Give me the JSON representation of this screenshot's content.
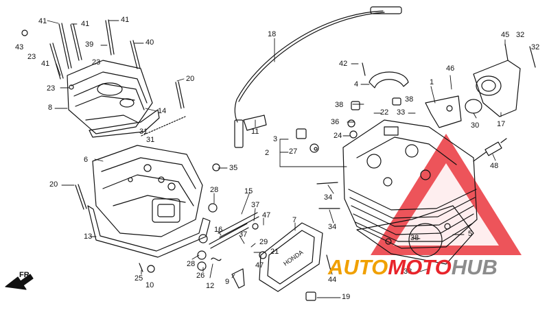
{
  "callouts": [
    {
      "id": "c41a",
      "text": "41"
    },
    {
      "id": "c41b",
      "text": "41"
    },
    {
      "id": "c41c",
      "text": "41"
    },
    {
      "id": "c41d",
      "text": "41"
    },
    {
      "id": "c43",
      "text": "43"
    },
    {
      "id": "c23a",
      "text": "23"
    },
    {
      "id": "c23b",
      "text": "23"
    },
    {
      "id": "c23c",
      "text": "23"
    },
    {
      "id": "c39",
      "text": "39"
    },
    {
      "id": "c40",
      "text": "40"
    },
    {
      "id": "c8",
      "text": "8"
    },
    {
      "id": "c14",
      "text": "14"
    },
    {
      "id": "c20a",
      "text": "20"
    },
    {
      "id": "c20b",
      "text": "20"
    },
    {
      "id": "c31a",
      "text": "31"
    },
    {
      "id": "c31b",
      "text": "31"
    },
    {
      "id": "c6",
      "text": "6"
    },
    {
      "id": "c35",
      "text": "35"
    },
    {
      "id": "c18",
      "text": "18"
    },
    {
      "id": "c11",
      "text": "11"
    },
    {
      "id": "c3",
      "text": "3"
    },
    {
      "id": "c2",
      "text": "2"
    },
    {
      "id": "c27",
      "text": "27"
    },
    {
      "id": "c42",
      "text": "42"
    },
    {
      "id": "c4",
      "text": "4"
    },
    {
      "id": "c38a",
      "text": "38"
    },
    {
      "id": "c38b",
      "text": "38"
    },
    {
      "id": "c38c",
      "text": "38"
    },
    {
      "id": "c38d",
      "text": "38"
    },
    {
      "id": "c22",
      "text": "22"
    },
    {
      "id": "c33",
      "text": "33"
    },
    {
      "id": "c36",
      "text": "36"
    },
    {
      "id": "c24",
      "text": "24"
    },
    {
      "id": "c1",
      "text": "1"
    },
    {
      "id": "c46",
      "text": "46"
    },
    {
      "id": "c45",
      "text": "45"
    },
    {
      "id": "c32a",
      "text": "32"
    },
    {
      "id": "c32b",
      "text": "32"
    },
    {
      "id": "c30",
      "text": "30"
    },
    {
      "id": "c17",
      "text": "17"
    },
    {
      "id": "c48",
      "text": "48"
    },
    {
      "id": "c34a",
      "text": "34"
    },
    {
      "id": "c34b",
      "text": "34"
    },
    {
      "id": "c5",
      "text": "5"
    },
    {
      "id": "c28a",
      "text": "28"
    },
    {
      "id": "c28b",
      "text": "28"
    },
    {
      "id": "c15",
      "text": "15"
    },
    {
      "id": "c37a",
      "text": "37"
    },
    {
      "id": "c37b",
      "text": "37"
    },
    {
      "id": "c47a",
      "text": "47"
    },
    {
      "id": "c47b",
      "text": "47"
    },
    {
      "id": "c16",
      "text": "16"
    },
    {
      "id": "c29",
      "text": "29"
    },
    {
      "id": "c21",
      "text": "21"
    },
    {
      "id": "c7",
      "text": "7"
    },
    {
      "id": "c13",
      "text": "13"
    },
    {
      "id": "c25",
      "text": "25"
    },
    {
      "id": "c10",
      "text": "10"
    },
    {
      "id": "c26",
      "text": "26"
    },
    {
      "id": "c12",
      "text": "12"
    },
    {
      "id": "c9",
      "text": "9"
    },
    {
      "id": "c44",
      "text": "44"
    },
    {
      "id": "c19",
      "text": "19"
    }
  ],
  "direction_marker": "FR.",
  "watermark": {
    "part1": "AUTO",
    "part2": "MOTO",
    "part3": "HUB",
    "color_auto": "#f0a000",
    "color_moto": "#e8242b",
    "color_hub": "#8c8c8c"
  },
  "embossed_text": "HONDA"
}
